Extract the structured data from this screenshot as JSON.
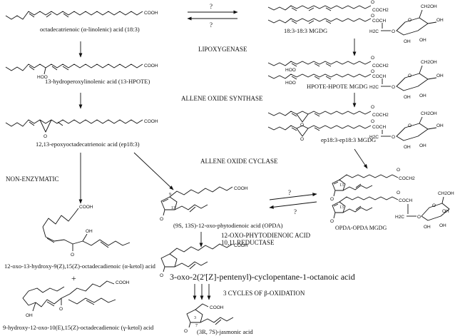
{
  "compounds": {
    "linolenic": "octadecatrienoic (α-linolenic) acid (18:3)",
    "hpote": "13-hydroperoxylinolenic acid (13-HPOTE)",
    "ep183": "12,13-epoxyoctadecatrienoic acid (ep18:3)",
    "mgdg1": "18:3-18:3 MGDG",
    "mgdg2": "HPOTE-HPOTE MGDG",
    "mgdg3": "ep18:3-ep18:3 MGDG",
    "mgdg4": "OPDA-OPDA MGDG",
    "opda": "(9S, 13S)-12-oxo-phytodienoic acid (OPDA)",
    "aketol": "12-oxo-13-hydroxy-9(Z),15(Z)-octadecadienoic (α-ketol) acid",
    "gketol": "9-hydroxy-12-oxo-10(E),15(Z)-octadecadienoic (γ-ketol) acid",
    "plus": "+",
    "opc8": "3-oxo-2(2'[Z]-pentenyl)-cyclopentane-1-octanoic acid",
    "jasmonic": "(3R, 7S)-jasmonic acid"
  },
  "steps": {
    "lipoxygenase": "LIPOXYGENASE",
    "aos": "ALLENE OXIDE SYNTHASE",
    "aoc": "ALLENE OXIDE CYCLASE",
    "nonenzymatic": "NON-ENZYMATIC",
    "reductase_1": "12-OXO-PHYTODIENOIC ACID",
    "reductase_2": "10,11 REDUCTASE",
    "betaox": "3 CYCLES OF β-OXIDATION",
    "q1": "?",
    "q2": "?",
    "q3": "?",
    "q4": "?"
  },
  "atoms": {
    "cooh": "COOH",
    "coch2": "COCH2",
    "coch": "COCH",
    "h2c": "H2C",
    "oh": "OH",
    "ch2oh": "CH2OH",
    "o": "O",
    "hoo": "HOO",
    "n13": "13",
    "n9": "9",
    "n3": "3",
    "n7": "7"
  }
}
